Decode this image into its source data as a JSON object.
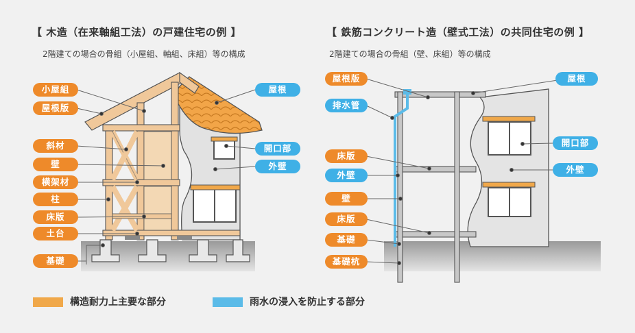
{
  "left_panel": {
    "title": "【 木造（在来軸組工法）の戸建住宅の例 】",
    "subtitle": "2階建ての場合の骨組（小屋組、軸組、床組）等の構成",
    "labels": {
      "koyagumi": "小屋組",
      "yanebanL": "屋根版",
      "shazai": "斜材",
      "kabe": "壁",
      "yokokazai": "横架材",
      "hashira": "柱",
      "yukaban": "床版",
      "dodai": "土台",
      "kiso": "基礎",
      "yane": "屋根",
      "kaikoubu": "開口部",
      "gaiheki": "外壁"
    }
  },
  "right_panel": {
    "title": "【 鉄筋コンクリート造（壁式工法）の共同住宅の例 】",
    "subtitle": "2階建ての場合の骨組（壁、床組）等の構成",
    "labels": {
      "yaneban": "屋根版",
      "haisuikan": "排水管",
      "yukaban1": "床版",
      "gaiheki1": "外壁",
      "kabe": "壁",
      "yukaban2": "床版",
      "kiso": "基礎",
      "kisokui": "基礎杭",
      "yane": "屋根",
      "kaikoubu": "開口部",
      "gaiheki2": "外壁"
    }
  },
  "legend": {
    "structural": "構造耐力上主要な部分",
    "rainwater": "雨水の浸入を防止する部分"
  },
  "colors": {
    "structural": "#f0a84a",
    "rainwater": "#5bbbe8",
    "label_orange": "#ee8a2a",
    "label_blue": "#3fb0e6"
  }
}
